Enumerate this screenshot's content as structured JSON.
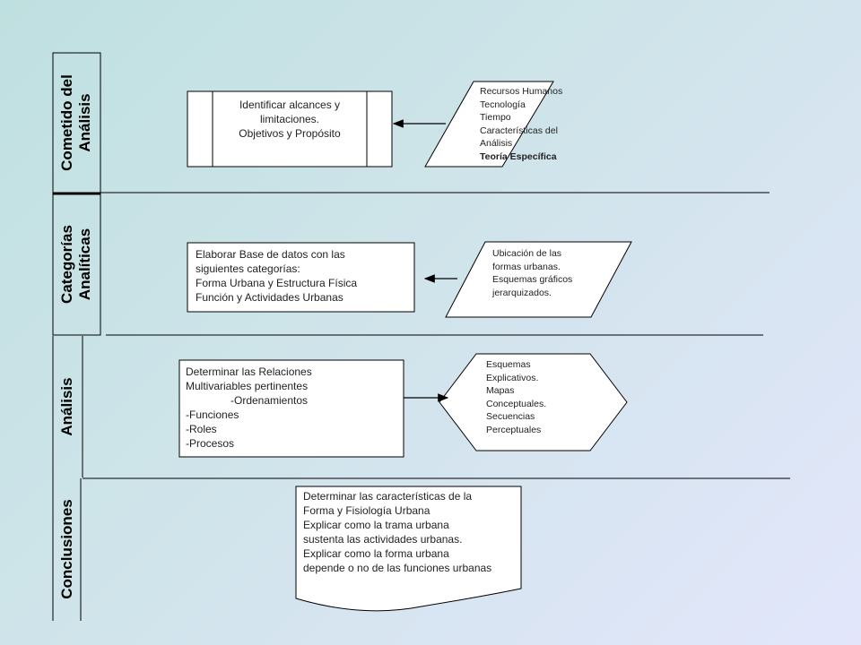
{
  "lanes": {
    "cometido": [
      "Cometido del",
      "Análisis"
    ],
    "categorias": [
      "Categorías",
      "Analíticas"
    ],
    "analisis": "Análisis",
    "conclusiones": "Conclusiones"
  },
  "cometido": {
    "process_box": [
      "Identificar alcances y",
      "limitaciones.",
      "Objetivos y Propósito"
    ],
    "input": [
      "Recursos Humanos",
      "Tecnología",
      "Tiempo",
      "Características del",
      "Análisis",
      "Teoría Específica"
    ]
  },
  "categorias": {
    "process_box": [
      "Elaborar Base de datos con las",
      "siguientes categorías:",
      "Forma Urbana  y Estructura Física",
      "Función y Actividades Urbanas"
    ],
    "input": [
      "Ubicación de las",
      "formas urbanas.",
      "Esquemas gráficos",
      "jerarquizados."
    ]
  },
  "analisis": {
    "process_box": [
      "Determinar las Relaciones",
      "Multivariables pertinentes",
      "-Ordenamientos",
      "-Funciones",
      "-Roles",
      "-Procesos"
    ],
    "output": [
      "Esquemas",
      "Explicativos.",
      "Mapas",
      "Conceptuales.",
      "Secuencias",
      "Perceptuales"
    ]
  },
  "conclusiones": {
    "document": [
      "Determinar las características de la",
      "Forma y Fisiología Urbana",
      "Explicar como la trama urbana",
      "sustenta las actividades urbanas.",
      "Explicar como la forma urbana",
      "depende o no de las funciones urbanas"
    ]
  }
}
